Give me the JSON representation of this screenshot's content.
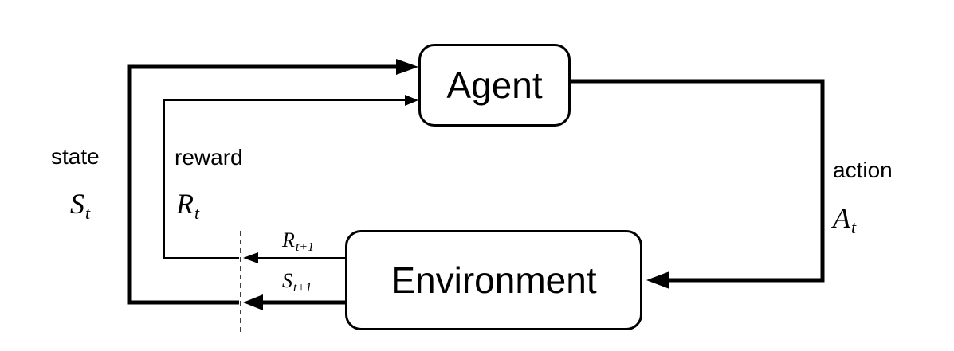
{
  "nodes": {
    "agent": "Agent",
    "environment": "Environment"
  },
  "signals": {
    "state": {
      "label": "state",
      "symbol": "S",
      "subscript": "t"
    },
    "reward": {
      "label": "reward",
      "symbol": "R",
      "subscript": "t"
    },
    "action": {
      "label": "action",
      "symbol": "A",
      "subscript": "t"
    },
    "next_reward": {
      "symbol": "R",
      "subscript": "t+1"
    },
    "next_state": {
      "symbol": "S",
      "subscript": "t+1"
    }
  }
}
